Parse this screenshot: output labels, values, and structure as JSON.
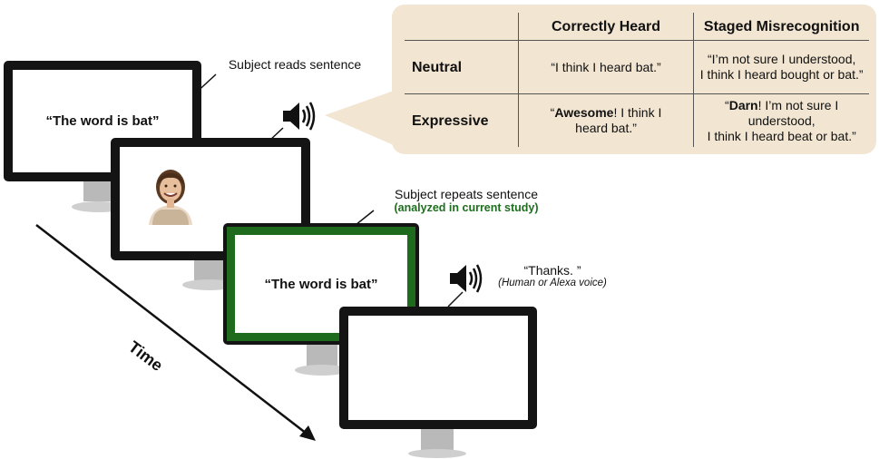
{
  "monitors": {
    "m1": {
      "text": "“The word is bat”"
    },
    "m3": {
      "text": "“The word is bat”"
    }
  },
  "captions": {
    "reads": "Subject reads sentence",
    "repeats": "Subject repeats sentence",
    "analyzed": "(analyzed in current study)",
    "thanks": "“Thanks. ”",
    "voice_note": "(Human or Alexa voice)"
  },
  "time_label": "Time",
  "table": {
    "col_headers": [
      "Correctly Heard",
      "Staged Misrecognition"
    ],
    "rows": [
      {
        "label": "Neutral",
        "correct": "“I think I heard bat.”",
        "misrec_line1": "“I’m not sure I understood,",
        "misrec_line2": "I think I heard bought or bat.”"
      },
      {
        "label": "Expressive",
        "correct_open": "“",
        "correct_bold": "Awesome",
        "correct_rest": "! I think I",
        "correct_line2": "heard bat.”",
        "misrec_open": "“",
        "misrec_bold": "Darn",
        "misrec_rest": "! I’m not sure I understood,",
        "misrec_line2": "I think I heard beat or bat.”"
      }
    ]
  },
  "icons": [
    "speaker-icon",
    "speaker-icon",
    "person-photo"
  ],
  "colors": {
    "highlight_green": "#1e6b1e",
    "callout_bg": "#f2e6d2"
  }
}
